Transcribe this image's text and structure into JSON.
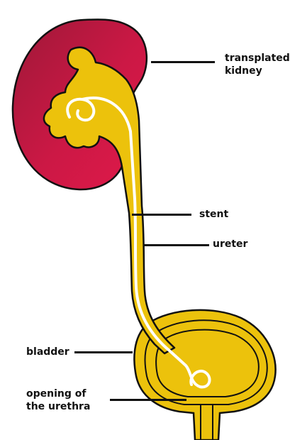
{
  "labels": {
    "kidney": "transplated\nkidney",
    "stent": "stent",
    "ureter": "ureter",
    "bladder": "bladder",
    "urethra": "opening of\nthe urethra"
  },
  "colors": {
    "kidney_light": "#e01a4a",
    "kidney_dark": "#9e1838",
    "urine_yellow": "#ecc20c",
    "outline": "#111111",
    "stent": "#ffffff",
    "label_text": "#111111"
  }
}
